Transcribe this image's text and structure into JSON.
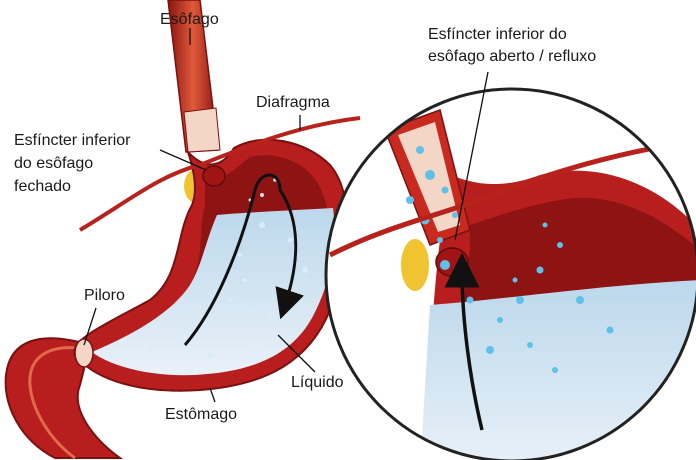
{
  "labels": {
    "esofago": "Esôfago",
    "diafragma": "Diafragma",
    "esfincter_fechado_l1": "Esfíncter inferior",
    "esfincter_fechado_l2": "do esôfago",
    "esfincter_fechado_l3": "fechado",
    "esfincter_aberto_l1": "Esfíncter inferior do",
    "esfincter_aberto_l2": "esôfago aberto / refluxo",
    "piloro": "Piloro",
    "liquido": "Líquido",
    "estomago": "Estômago"
  },
  "colors": {
    "muscle": "#b81e1e",
    "muscle_dark": "#7a1010",
    "interior": "#8e1414",
    "fluid": "#c8dcee",
    "bubbles": "#5fc0ea",
    "fat": "#f0c430",
    "label_text": "#1a1a1a"
  }
}
